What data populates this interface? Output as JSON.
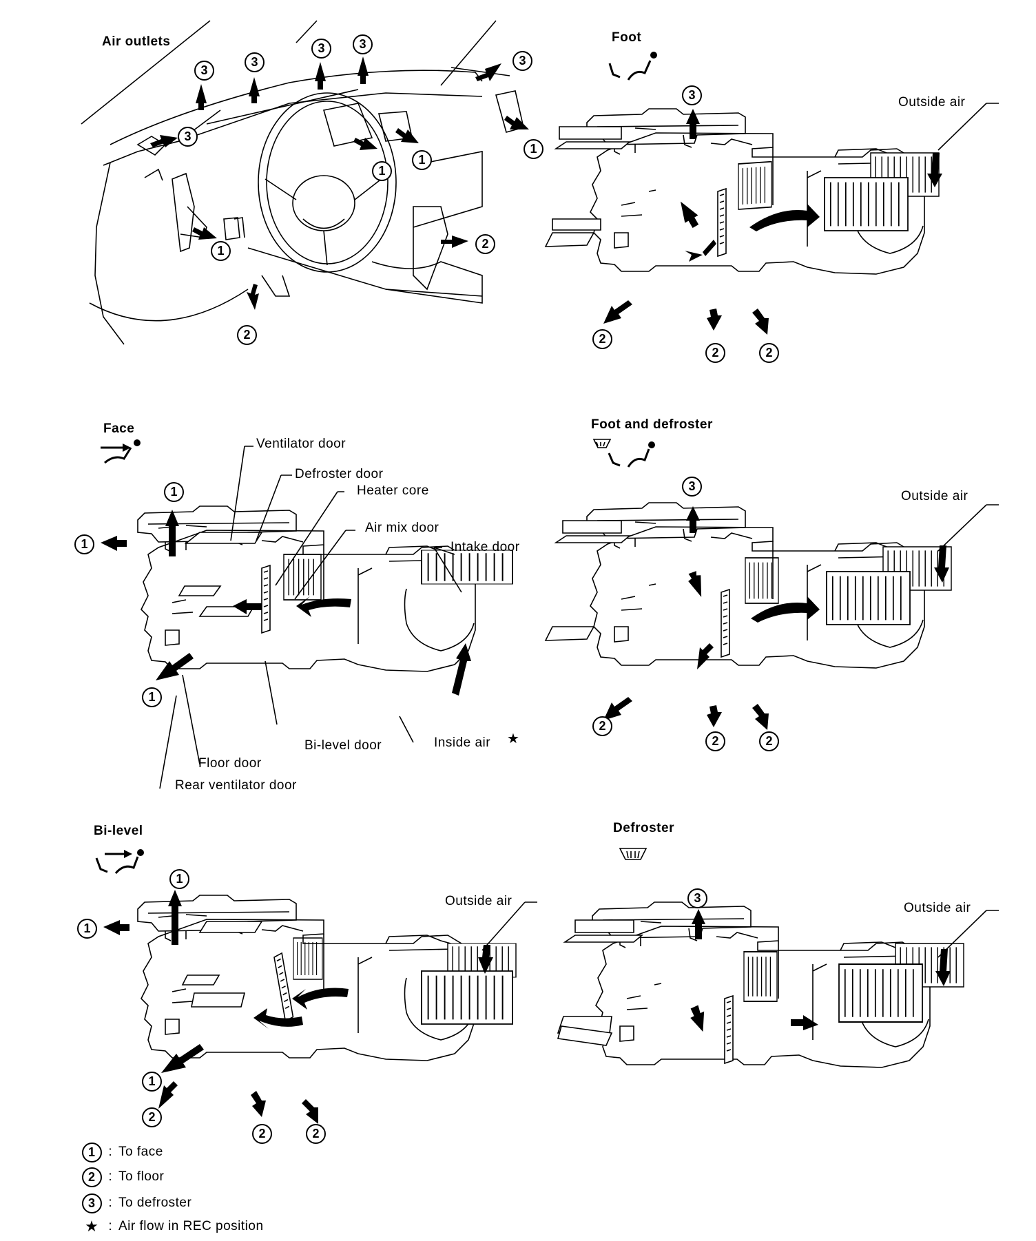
{
  "panels": {
    "air_outlets": {
      "title": "Air outlets"
    },
    "foot": {
      "title": "Foot",
      "outside_air": "Outside air"
    },
    "face": {
      "title": "Face",
      "labels": {
        "ventilator_door": "Ventilator door",
        "defroster_door": "Defroster door",
        "heater_core": "Heater core",
        "air_mix_door": "Air mix door",
        "intake_door": "Intake door",
        "bi_level_door": "Bi-level door",
        "inside_air": "Inside air",
        "floor_door": "Floor door",
        "rear_ventilator_door": "Rear ventilator door"
      }
    },
    "foot_and_defroster": {
      "title": "Foot and defroster",
      "outside_air": "Outside air"
    },
    "bi_level": {
      "title": "Bi-level",
      "outside_air": "Outside air"
    },
    "defroster": {
      "title": "Defroster",
      "outside_air": "Outside air"
    }
  },
  "markers": {
    "face": "1",
    "floor": "2",
    "defroster": "3",
    "star": "★"
  },
  "legend": [
    {
      "symbol": "1",
      "separator": ":",
      "text": "To face"
    },
    {
      "symbol": "2",
      "separator": ":",
      "text": "To floor"
    },
    {
      "symbol": "3",
      "separator": ":",
      "text": "To defroster"
    },
    {
      "symbol": "★",
      "separator": ":",
      "text": "Air flow in REC position"
    }
  ]
}
